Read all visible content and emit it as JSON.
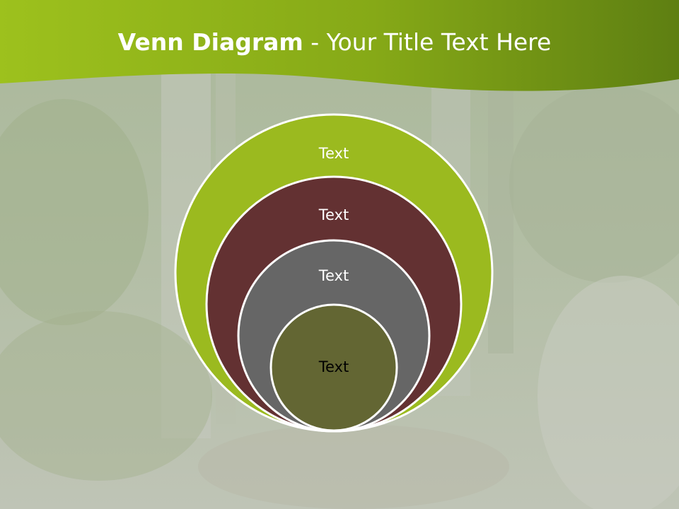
{
  "slide": {
    "title_bold": "Venn Diagram",
    "title_rest": " - Your Title Text Here"
  },
  "venn": {
    "circles": [
      {
        "label": "Text",
        "color": "#9bba1f",
        "text_color": "#ffffff"
      },
      {
        "label": "Text",
        "color": "#633132",
        "text_color": "#ffffff"
      },
      {
        "label": "Text",
        "color": "#666666",
        "text_color": "#ffffff"
      },
      {
        "label": "Text",
        "color": "#636633",
        "text_color": "#000000"
      }
    ]
  },
  "colors": {
    "header_green_light": "#9dc11d",
    "header_green_dark": "#5e7f12",
    "circle_outline": "#ffffff"
  }
}
